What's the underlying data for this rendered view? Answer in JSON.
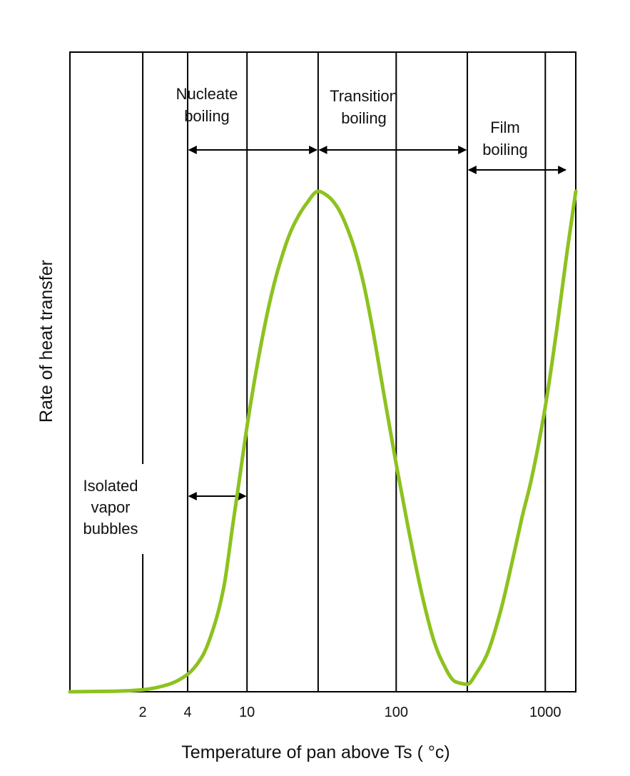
{
  "chart_data": {
    "type": "line",
    "xlabel": "Temperature of pan above Ts ( °c)",
    "ylabel": "Rate of heat transfer",
    "x_scale": "log",
    "xlim": [
      0.65,
      1600
    ],
    "ylim": [
      0,
      100
    ],
    "grid": true,
    "ticks": [
      {
        "value": 2,
        "label": "2"
      },
      {
        "value": 4,
        "label": "4"
      },
      {
        "value": 10,
        "label": "10"
      },
      {
        "value": 100,
        "label": "100"
      },
      {
        "value": 1000,
        "label": "1000"
      }
    ],
    "extra_gridlines": [
      30,
      300
    ],
    "series": [
      {
        "color": "#8dc21f",
        "x": [
          0.65,
          1.3,
          2,
          3,
          4,
          5,
          6,
          7,
          8,
          9,
          10,
          12,
          14,
          16,
          20,
          25,
          30,
          35,
          40,
          50,
          60,
          70,
          80,
          100,
          120,
          150,
          180,
          200,
          250,
          300,
          350,
          400,
          500,
          600,
          700,
          800,
          1000,
          1200,
          1400,
          1600
        ],
        "y": [
          0.0,
          0.1,
          0.4,
          1.5,
          3.5,
          7.0,
          13.0,
          21.0,
          33.0,
          43.5,
          53.0,
          67.0,
          77.0,
          84.0,
          92.5,
          97.5,
          100.0,
          99.0,
          97.0,
          90.5,
          82.0,
          72.0,
          62.0,
          45.5,
          33.0,
          19.0,
          10.0,
          6.5,
          2.0,
          1.5,
          4.0,
          7.0,
          16.0,
          26.0,
          35.0,
          42.0,
          57.0,
          73.0,
          88.0,
          100.0
        ]
      }
    ],
    "annotations": [
      {
        "label": "Isolated vapor bubbles",
        "lines": [
          "Isolated",
          "vapor",
          "bubbles"
        ],
        "range": [
          4,
          10
        ]
      },
      {
        "label": "Nucleate boiling",
        "lines": [
          "Nucleate",
          "boiling"
        ],
        "range": [
          4,
          30
        ]
      },
      {
        "label": "Transition boiling",
        "lines": [
          "Transition",
          "boiling"
        ],
        "range": [
          30,
          300
        ]
      },
      {
        "label": "Film boiling",
        "lines": [
          "Film",
          "boiling"
        ],
        "range": [
          300,
          1400
        ]
      }
    ]
  }
}
